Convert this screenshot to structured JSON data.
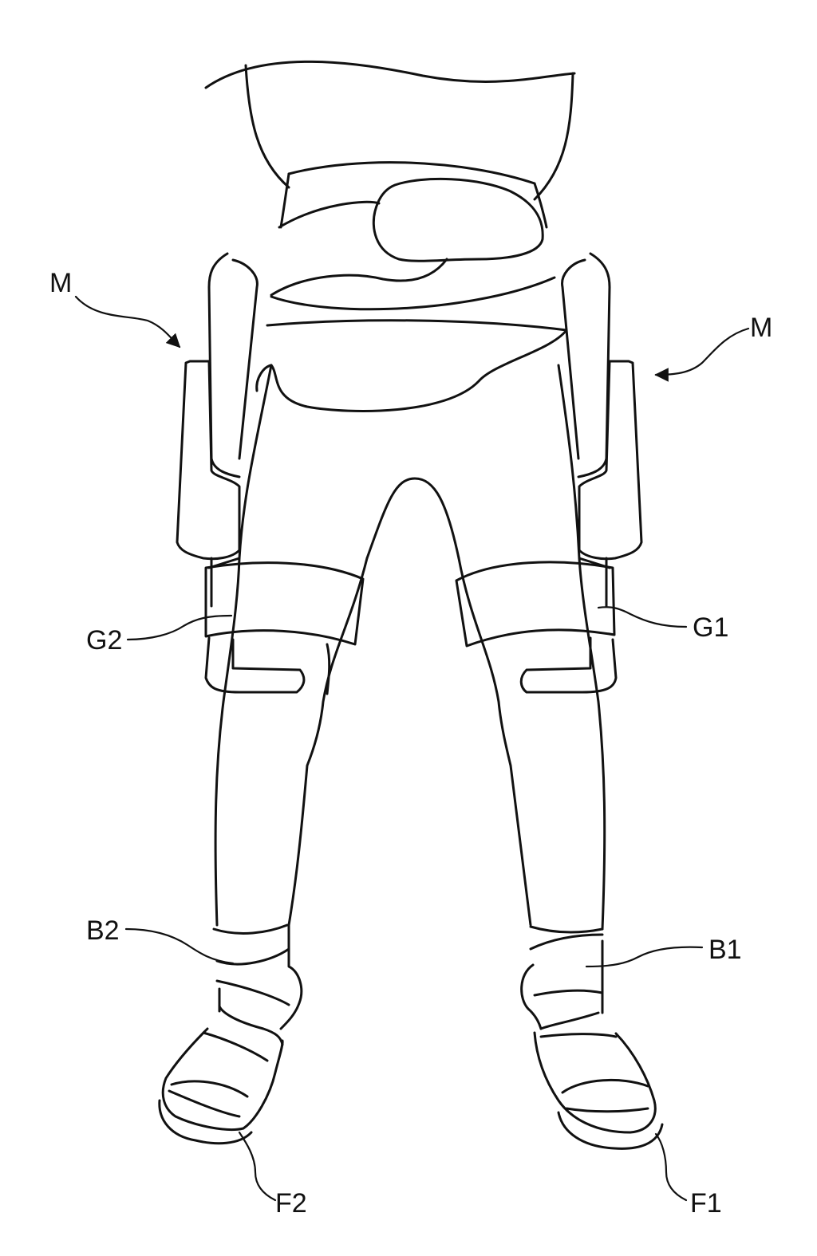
{
  "labels": {
    "m_left": "M",
    "m_right": "M",
    "g1": "G1",
    "g2": "G2",
    "b1": "B1",
    "b2": "B2",
    "f1": "F1",
    "f2": "F2"
  },
  "colors": {
    "line": "#111111",
    "background": "#ffffff"
  }
}
